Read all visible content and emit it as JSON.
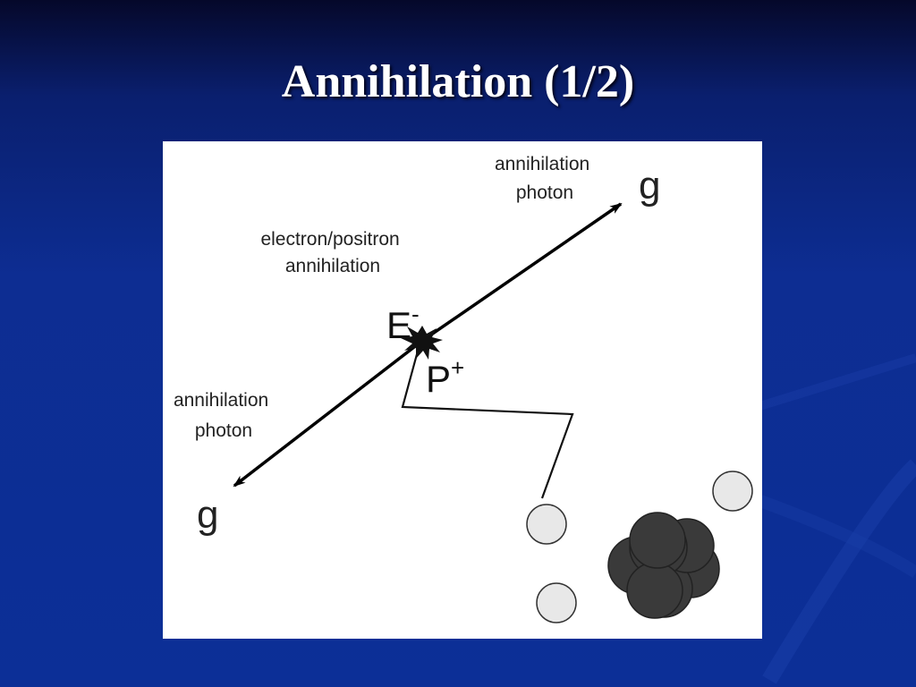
{
  "slide": {
    "title": "Annihilation (1/2)"
  },
  "diagram": {
    "annihilation_label_top_line1": "annihilation",
    "annihilation_label_top_line2": "photon",
    "annihilation_label_left_line1": "annihilation",
    "annihilation_label_left_line2": "photon",
    "event_label_line1": "electron/positron",
    "event_label_line2": "annihilation",
    "gamma_top": "g",
    "gamma_bottom": "g",
    "electron_base": "E",
    "electron_charge": "-",
    "positron_base": "P",
    "positron_charge": "+"
  },
  "colors": {
    "background_top": "#05082a",
    "background": "#0c2f97",
    "diagram_background": "#ffffff",
    "nucleus": "#3a3a3a",
    "electron_shell": "#e8e8e8"
  }
}
